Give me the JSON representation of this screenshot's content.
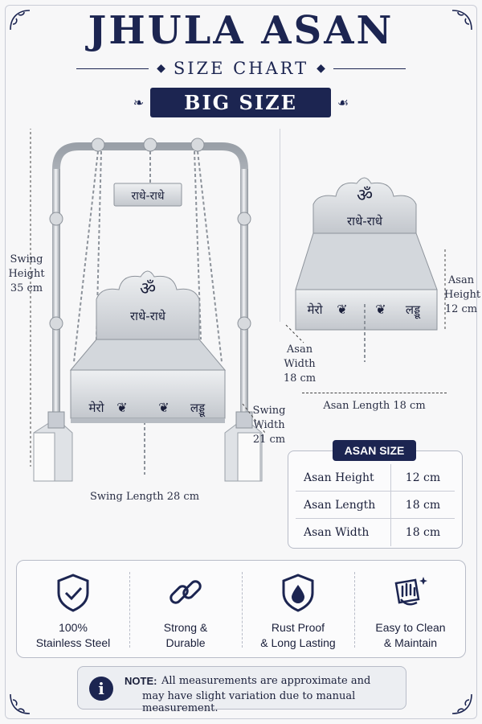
{
  "header": {
    "title": "JHULA ASAN",
    "subtitle": "SIZE CHART",
    "badge": "BIG SIZE"
  },
  "swing": {
    "sign_text": "राधे-राधे",
    "back_top_text": "ॐ",
    "back_text": "राधे-राधे",
    "front_left": "मेरो",
    "front_right": "लड्डू",
    "height_label": [
      "Swing",
      "Height",
      "35 cm"
    ],
    "width_label": [
      "Swing",
      "Width",
      "21 cm"
    ],
    "length_label": "Swing Length 28 cm"
  },
  "asan": {
    "back_top_text": "ॐ",
    "back_text": "राधे-राधे",
    "front_left": "मेरो",
    "front_right": "लड्डू",
    "height_label": [
      "Asan",
      "Height",
      "12 cm"
    ],
    "width_label": [
      "Asan",
      "Width",
      "18 cm"
    ],
    "length_label": "Asan Length 18 cm"
  },
  "size_table": {
    "title": "ASAN SIZE",
    "rows": [
      {
        "label": "Asan Height",
        "value": "12 cm"
      },
      {
        "label": "Asan Length",
        "value": "18 cm"
      },
      {
        "label": "Asan Width",
        "value": "18 cm"
      }
    ]
  },
  "features": [
    {
      "icon": "shield-check-icon",
      "line1": "100%",
      "line2": "Stainless Steel"
    },
    {
      "icon": "chain-link-icon",
      "line1": "Strong &",
      "line2": "Durable"
    },
    {
      "icon": "shield-drop-icon",
      "line1": "Rust Proof",
      "line2": "& Long Lasting"
    },
    {
      "icon": "cleaning-hand-icon",
      "line1": "Easy to Clean",
      "line2": "& Maintain"
    }
  ],
  "note": {
    "icon": "i",
    "label": "NOTE:",
    "line1": "All measurements are approximate and",
    "line2": "may have slight variation due to manual measurement."
  },
  "colors": {
    "navy": "#1c2551",
    "steel": "#c8ccd3",
    "background": "#f7f7f8"
  }
}
